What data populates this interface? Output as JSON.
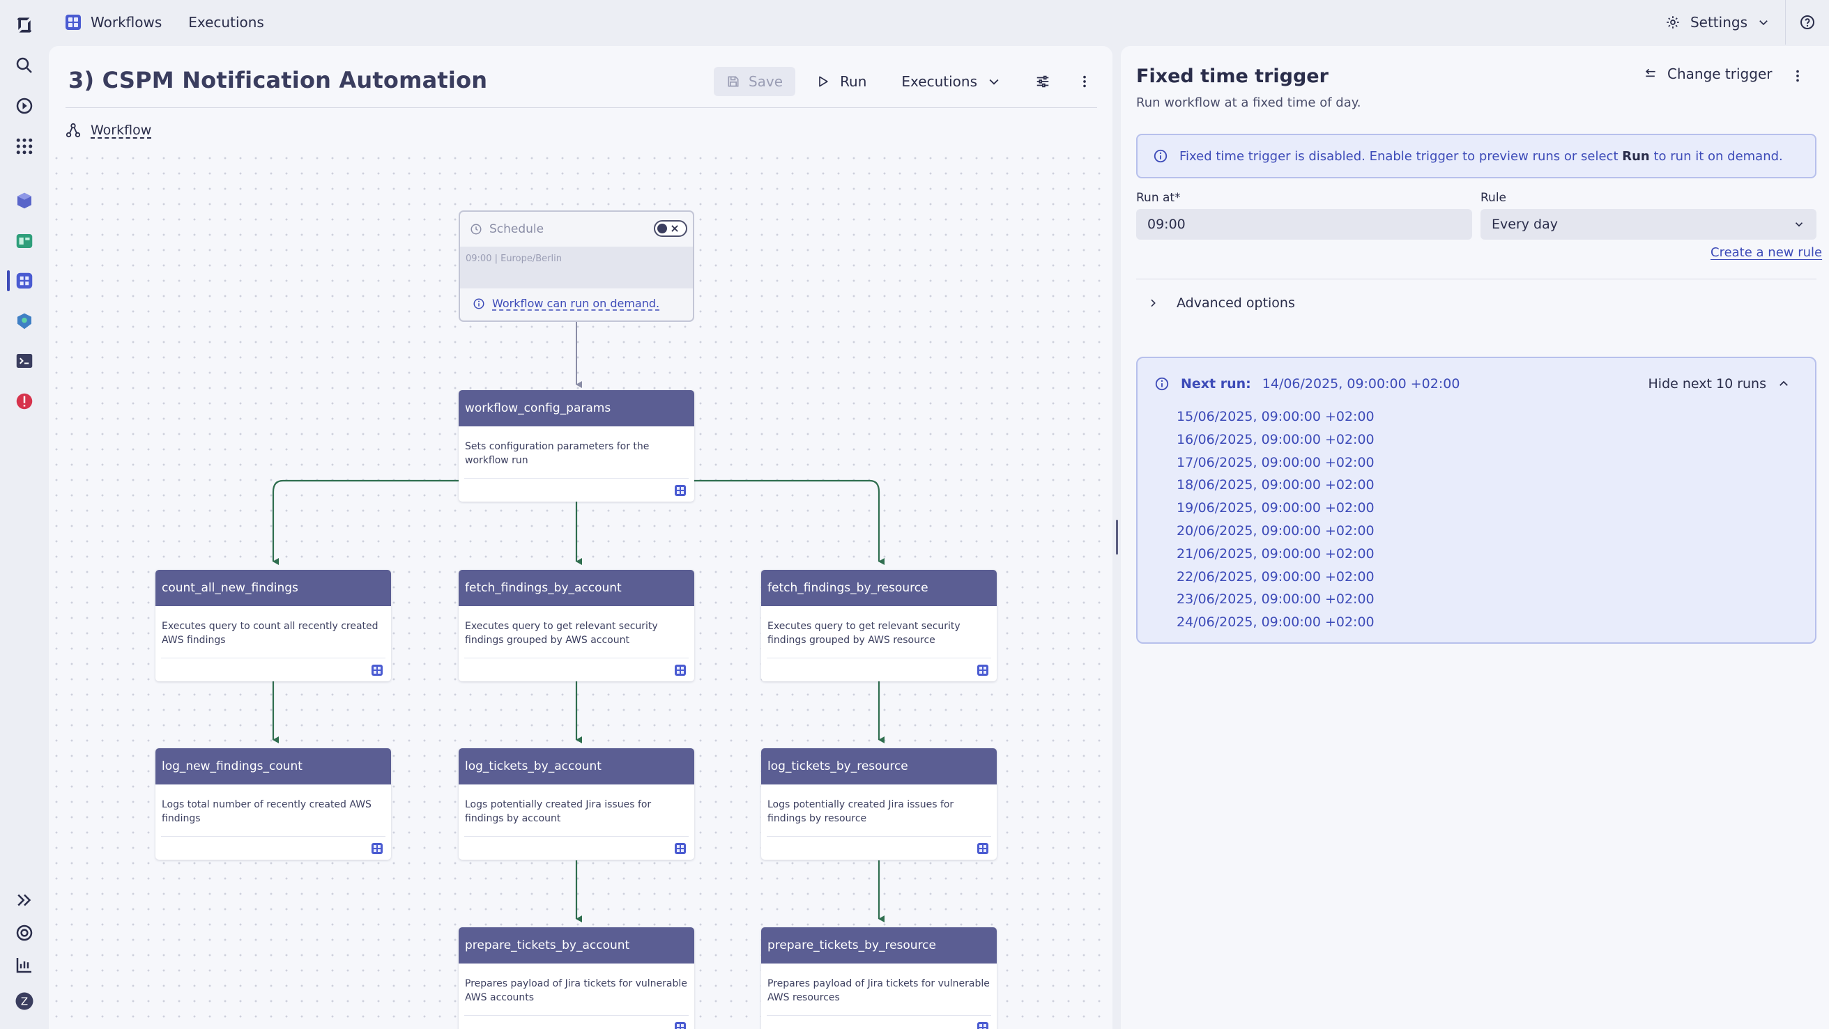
{
  "topbar": {
    "app_label": "Workflows",
    "executions_label": "Executions",
    "settings_label": "Settings"
  },
  "workflow": {
    "title": "3) CSPM Notification Automation",
    "save_label": "Save",
    "run_label": "Run",
    "executions_label": "Executions",
    "breadcrumb": "Workflow"
  },
  "schedule": {
    "label": "Schedule",
    "meta": "09:00 | Europe/Berlin",
    "note": "Workflow can run on demand."
  },
  "nodes": [
    {
      "title": "workflow_config_params",
      "desc": "Sets configuration parameters for the workflow run"
    },
    {
      "title": "count_all_new_findings",
      "desc": "Executes query to count all recently created AWS findings"
    },
    {
      "title": "fetch_findings_by_account",
      "desc": "Executes query to get relevant security findings grouped by AWS account"
    },
    {
      "title": "fetch_findings_by_resource",
      "desc": "Executes query to get relevant security findings grouped by AWS resource"
    },
    {
      "title": "log_new_findings_count",
      "desc": "Logs total number of recently created AWS findings"
    },
    {
      "title": "log_tickets_by_account",
      "desc": "Logs potentially created Jira issues for findings by account"
    },
    {
      "title": "log_tickets_by_resource",
      "desc": "Logs potentially created Jira issues for findings by resource"
    },
    {
      "title": "prepare_tickets_by_account",
      "desc": "Prepares payload of Jira tickets for vulnerable AWS accounts"
    },
    {
      "title": "prepare_tickets_by_resource",
      "desc": "Prepares payload of Jira tickets for vulnerable AWS resources"
    }
  ],
  "panel": {
    "title": "Fixed time trigger",
    "subtitle": "Run workflow at a fixed time of day.",
    "change_trigger": "Change trigger",
    "info_pre": "Fixed time trigger is disabled. Enable trigger to preview runs or select",
    "info_run": "Run",
    "info_post": "to run it on demand.",
    "run_at_label": "Run at*",
    "run_at_value": "09:00",
    "rule_label": "Rule",
    "rule_value": "Every day",
    "create_rule": "Create a new rule",
    "advanced": "Advanced options",
    "next_run_label": "Next run:",
    "next_run_value": "14/06/2025, 09:00:00 +02:00",
    "hide_runs": "Hide next 10 runs",
    "runs": [
      "15/06/2025, 09:00:00 +02:00",
      "16/06/2025, 09:00:00 +02:00",
      "17/06/2025, 09:00:00 +02:00",
      "18/06/2025, 09:00:00 +02:00",
      "19/06/2025, 09:00:00 +02:00",
      "20/06/2025, 09:00:00 +02:00",
      "21/06/2025, 09:00:00 +02:00",
      "22/06/2025, 09:00:00 +02:00",
      "23/06/2025, 09:00:00 +02:00",
      "24/06/2025, 09:00:00 +02:00"
    ]
  },
  "colors": {
    "accent": "#3d4bb8",
    "node_header": "#5b5e93",
    "edge_green": "#2f6e4f",
    "info_bg": "#e8ecfb"
  }
}
